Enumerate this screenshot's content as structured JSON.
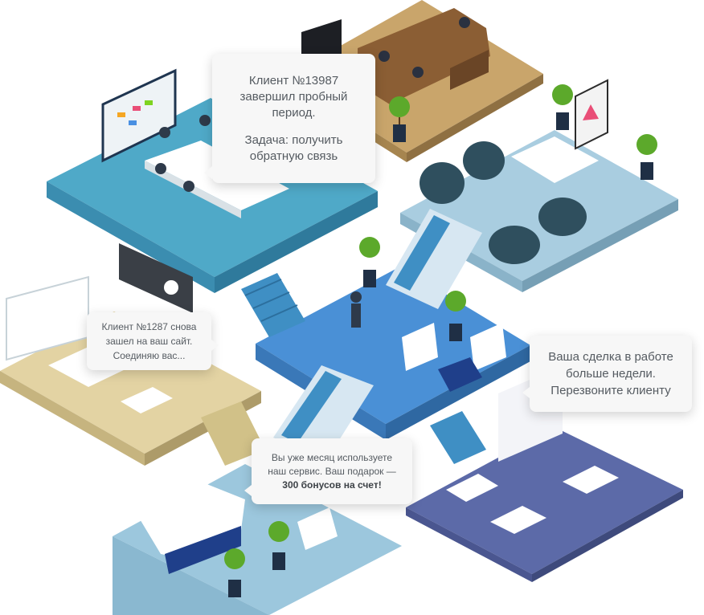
{
  "bubbles": {
    "trial": {
      "line1": "Клиент №13987",
      "line2": "завершил пробный",
      "line3": "период.",
      "line4": "Задача: получить",
      "line5": "обратную связь"
    },
    "site": {
      "line1": "Клиент №1287 снова",
      "line2": "зашел на ваш сайт.",
      "line3": "Соединяю вас..."
    },
    "deal": {
      "line1": "Ваша сделка в работе",
      "line2": "больше недели.",
      "line3": "Перезвоните клиенту"
    },
    "gift": {
      "line1": "Вы уже месяц используете",
      "line2": "наш сервис. Ваш подарок —",
      "line3": "300 бонусов на счет!"
    }
  },
  "colors": {
    "floor_meeting": "#4fa9c8",
    "floor_top": "#c9a56b",
    "floor_lounge": "#a9cde0",
    "floor_center": "#4a90d6",
    "floor_left": "#e3d3a3",
    "floor_reception": "#9cc7dd",
    "floor_open": "#5c6aa8",
    "stairs": "#3f8fc4",
    "plant": "#5ca92b",
    "beanbag": "#2f4f5e"
  }
}
